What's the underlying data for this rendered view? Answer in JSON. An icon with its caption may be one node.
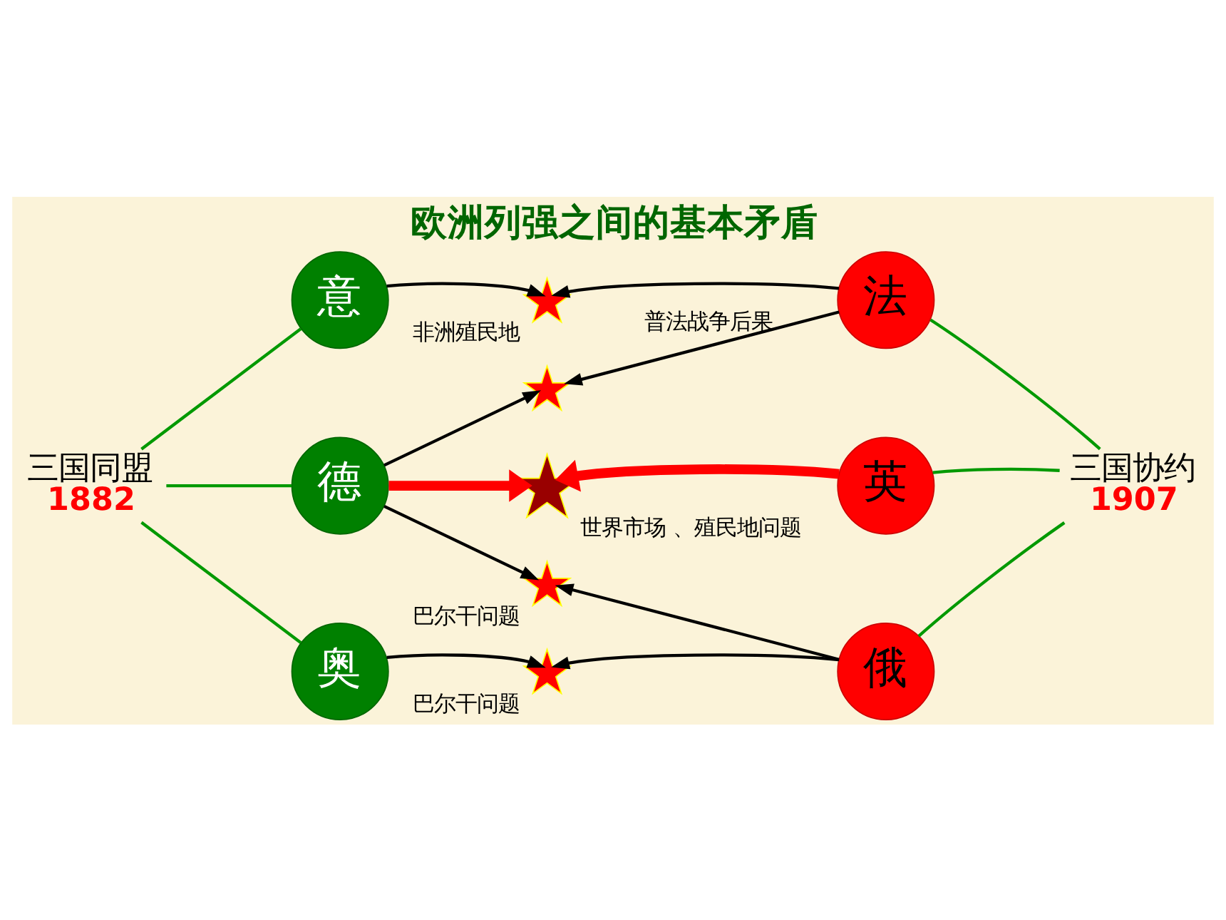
{
  "diagram": {
    "title": "欧洲列强之间的基本矛盾",
    "nodes": [
      {
        "text": [
          "三国同盟",
          "1882"
        ]
      },
      {
        "text": [
          "意"
        ]
      },
      {
        "text": [
          "德"
        ]
      },
      {
        "text": [
          "奥"
        ]
      },
      {
        "text": [],
        "shape": "star",
        "beside": [
          "非洲殖民地"
        ]
      },
      {
        "text": [],
        "shape": "star"
      },
      {
        "text": [],
        "shape": "star",
        "beside": [
          "世界市场 、殖民地问题"
        ]
      },
      {
        "text": [],
        "shape": "star",
        "beside": [
          "巴尔干问题"
        ]
      },
      {
        "text": [],
        "shape": "star",
        "beside": [
          "巴尔干问题"
        ]
      },
      {
        "text": [
          "法"
        ]
      },
      {
        "text": [
          "英"
        ]
      },
      {
        "text": [
          "俄"
        ]
      },
      {
        "text": [
          "三国协约",
          "1907"
        ]
      }
    ],
    "edges": [
      {
        "from": 0,
        "to": 1,
        "arrow": "none",
        "color": "#009900"
      },
      {
        "from": 0,
        "to": 2,
        "arrow": "none",
        "color": "#009900"
      },
      {
        "from": 0,
        "to": 3,
        "arrow": "none",
        "color": "#009900"
      },
      {
        "from": 1,
        "to": 4,
        "arrow": "to"
      },
      {
        "from": 9,
        "to": 4,
        "arrow": "to"
      },
      {
        "from": 9,
        "to": 5,
        "arrow": "to",
        "label": "普法战争后果"
      },
      {
        "from": 2,
        "to": 5,
        "arrow": "to"
      },
      {
        "from": 2,
        "to": 6,
        "arrow": "to",
        "style": "thick",
        "color": "#ff0000"
      },
      {
        "from": 10,
        "to": 6,
        "arrow": "to",
        "style": "thick",
        "color": "#ff0000"
      },
      {
        "from": 2,
        "to": 7,
        "arrow": "to"
      },
      {
        "from": 11,
        "to": 7,
        "arrow": "to"
      },
      {
        "from": 3,
        "to": 8,
        "arrow": "to"
      },
      {
        "from": 11,
        "to": 8,
        "arrow": "to"
      },
      {
        "from": 12,
        "to": 9,
        "arrow": "none",
        "color": "#009900"
      },
      {
        "from": 12,
        "to": 10,
        "arrow": "none",
        "color": "#009900"
      },
      {
        "from": 12,
        "to": 11,
        "arrow": "none",
        "color": "#009900"
      }
    ]
  }
}
